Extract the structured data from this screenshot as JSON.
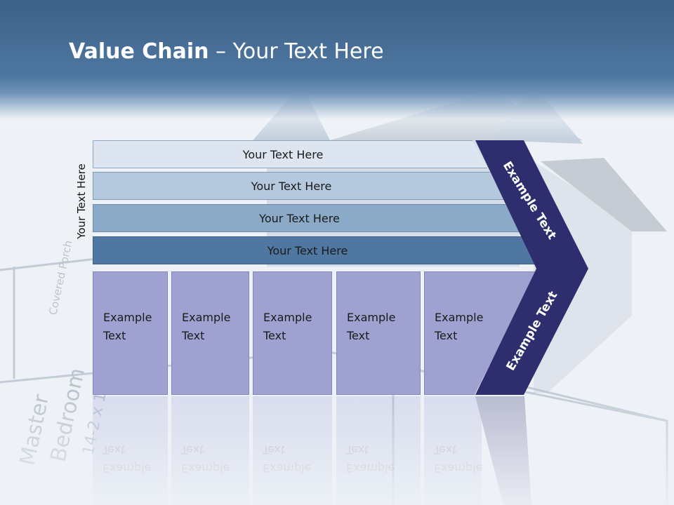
{
  "slide": {
    "title_bold": "Value Chain",
    "title_rest": " – Your Text Here",
    "side_label": "Your Text Here"
  },
  "bars": [
    {
      "label": "Your Text Here",
      "color": "#dde6f0"
    },
    {
      "label": "Your Text Here",
      "color": "#b4c8de"
    },
    {
      "label": "Your Text Here",
      "color": "#8aaac8"
    },
    {
      "label": "Your Text Here",
      "color": "#4f77a1"
    }
  ],
  "columns": [
    {
      "line1": "Example",
      "line2": "Text"
    },
    {
      "line1": "Example",
      "line2": "Text"
    },
    {
      "line1": "Example",
      "line2": "Text"
    },
    {
      "line1": "Example",
      "line2": "Text"
    },
    {
      "line1": "Example",
      "line2": "Text"
    }
  ],
  "chevron": {
    "upper_label": "Example Text",
    "lower_label": "Example Text",
    "color": "#2e2e6e"
  }
}
